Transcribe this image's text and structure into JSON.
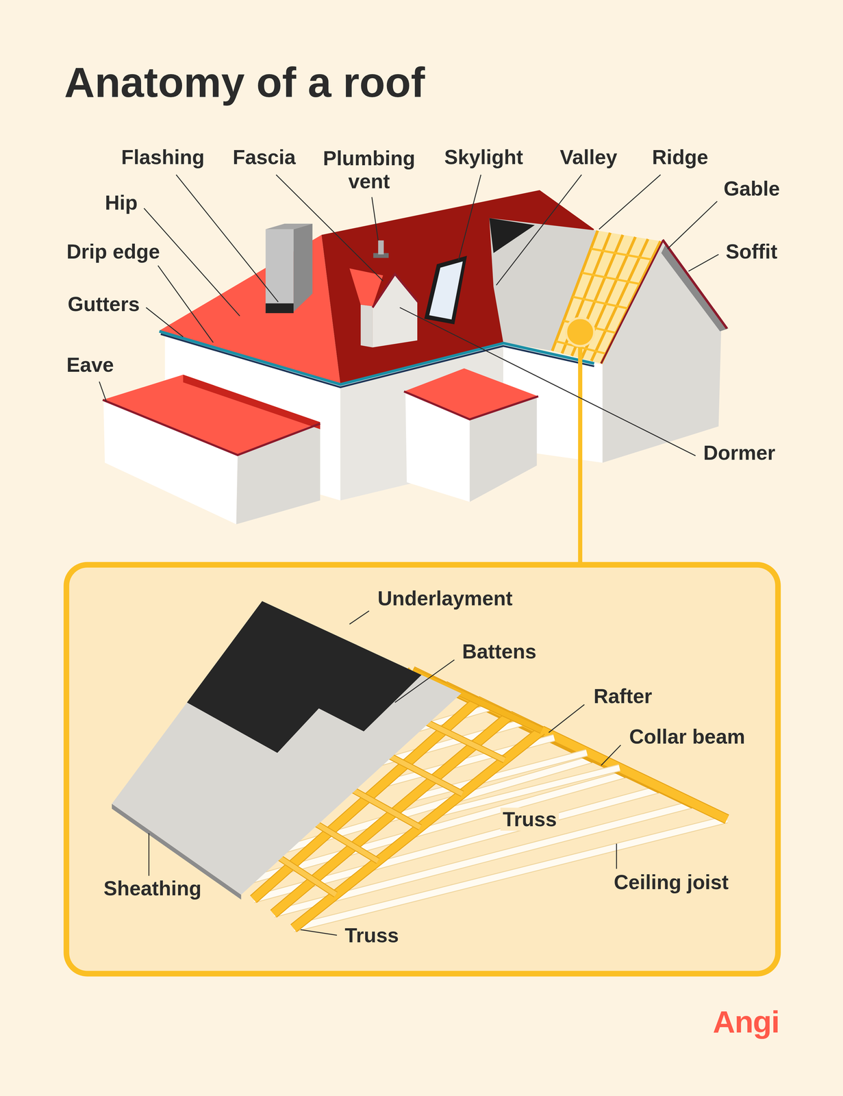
{
  "diagram": {
    "title": "Anatomy of a roof",
    "labels": [
      "Flashing",
      "Fascia",
      "Plumbing vent",
      "Skylight",
      "Valley",
      "Ridge",
      "Gable",
      "Hip",
      "Soffit",
      "Drip edge",
      "Gutters",
      "Eave",
      "Dormer",
      "Underlayment",
      "Battens",
      "Rafter",
      "Collar beam",
      "Truss",
      "Ceiling joist",
      "Sheathing",
      "Truss",
      "Angi"
    ]
  }
}
